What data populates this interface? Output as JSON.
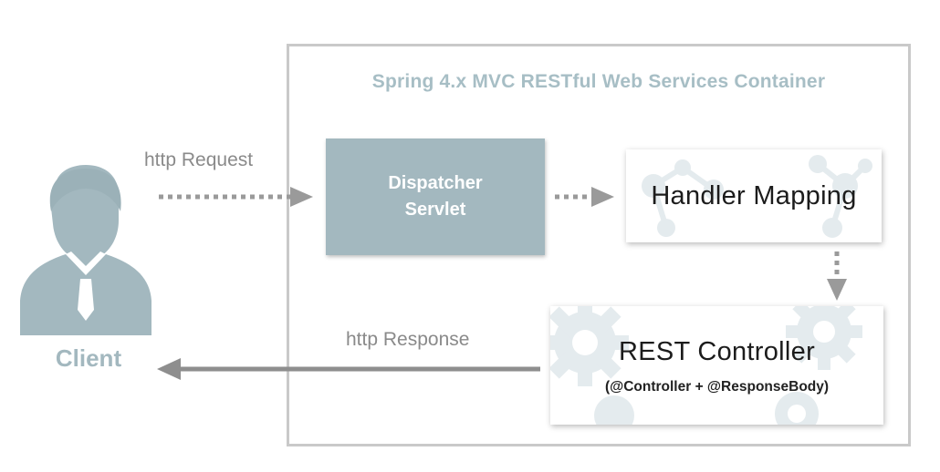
{
  "container": {
    "title": "Spring 4.x MVC RESTful Web Services Container"
  },
  "nodes": {
    "client": {
      "label": "Client"
    },
    "dispatcher": {
      "label": "Dispatcher Servlet"
    },
    "handler_mapping": {
      "label": "Handler Mapping"
    },
    "rest_controller": {
      "label": "REST Controller",
      "sublabel": "(@Controller + @ResponseBody)"
    }
  },
  "edges": {
    "request": {
      "label": "http Request"
    },
    "response": {
      "label": "http Response"
    }
  },
  "colors": {
    "accent": "#a3b8bf",
    "title": "#a7bec5",
    "arrow_dotted": "#9a9a9a",
    "arrow_solid": "#8e8e8e",
    "border": "#c9c9c9",
    "watermark": "#e4ebee"
  },
  "icons": [
    "user-icon",
    "network-watermark-icon",
    "gear-watermark-icon"
  ]
}
